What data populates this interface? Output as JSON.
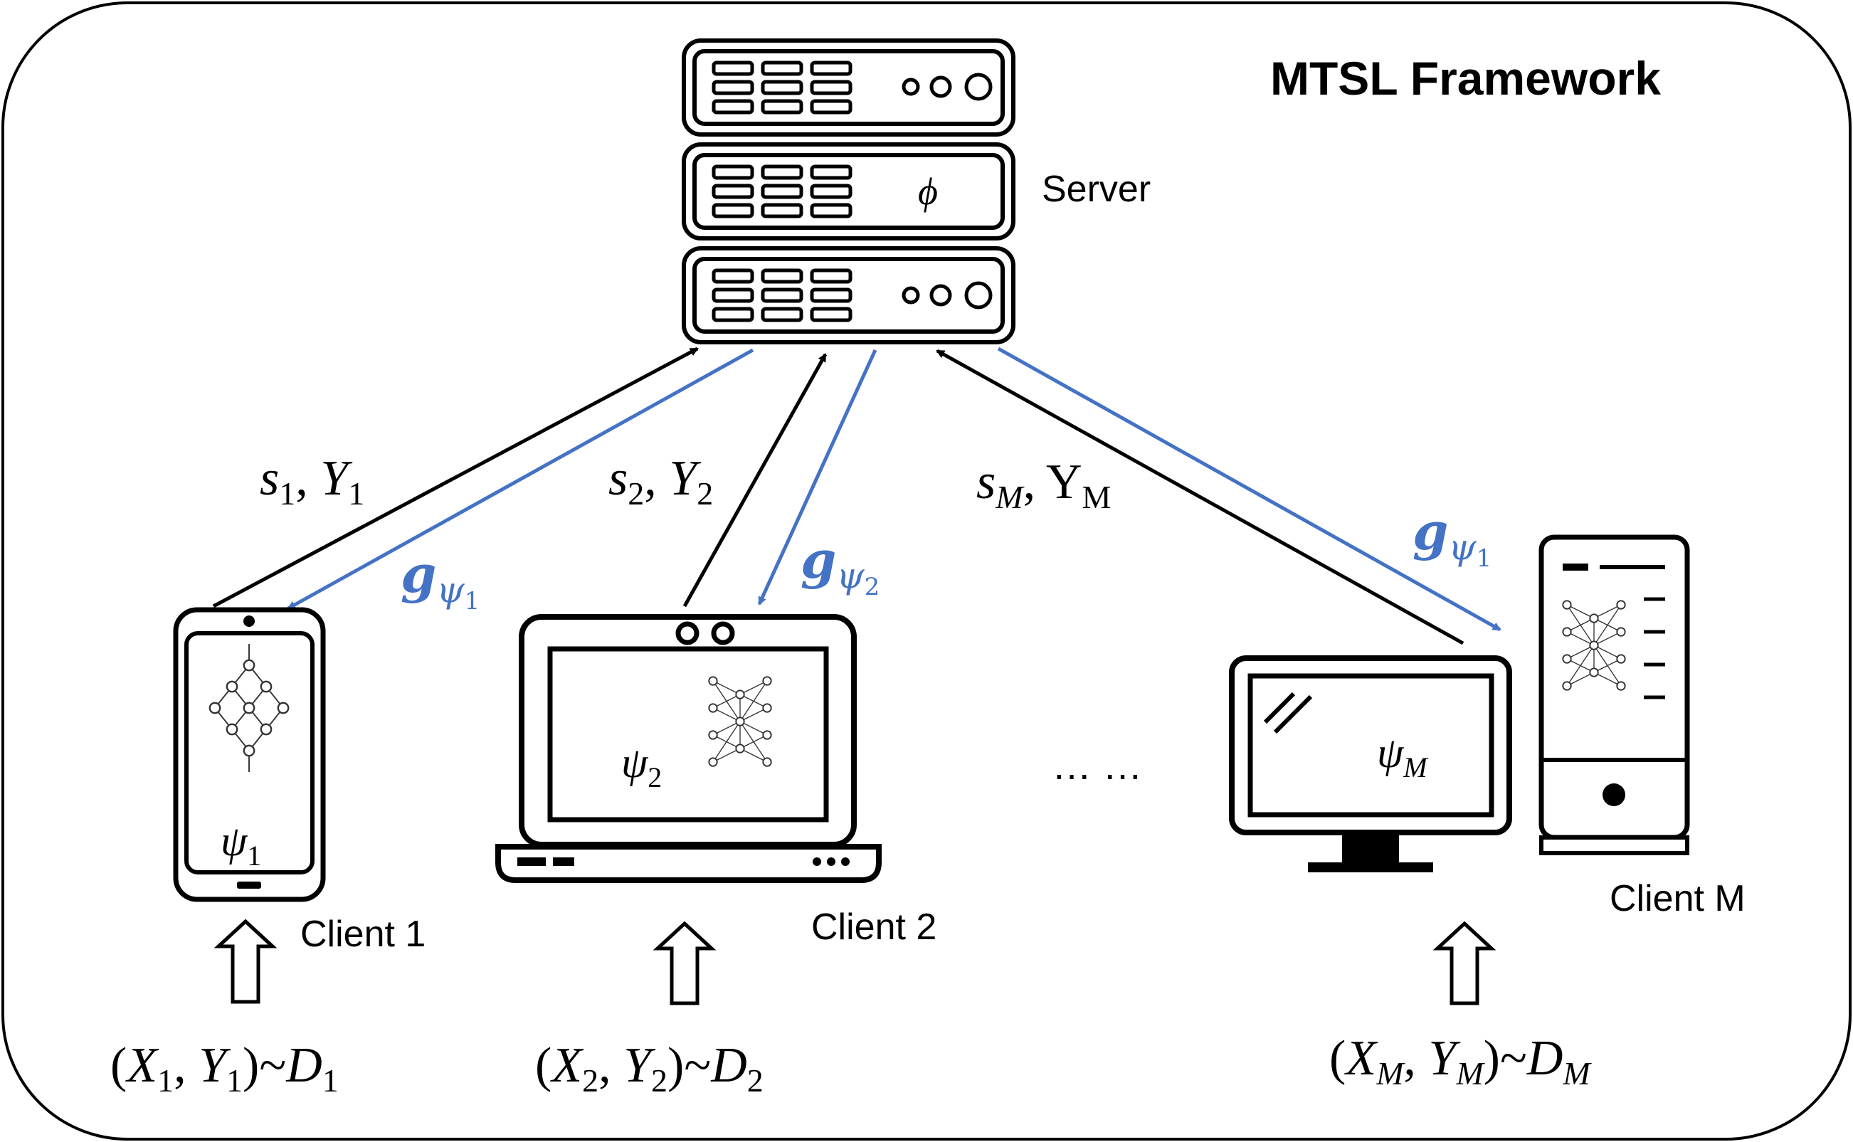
{
  "title": "MTSL Framework",
  "server": {
    "label": "Server",
    "model_symbol": "ϕ"
  },
  "clients": [
    {
      "label": "Client 1",
      "model": "ψ",
      "model_sub": "1",
      "upload": {
        "s": "s",
        "s_sub": "1",
        "y": "Y",
        "y_sub": "1"
      },
      "grad": {
        "g": "g",
        "sub": "ψ",
        "subsub": "1"
      },
      "data": {
        "x": "X",
        "x_sub": "1",
        "y": "Y",
        "y_sub": "1",
        "dist": "D",
        "dist_sub": "1"
      }
    },
    {
      "label": "Client 2",
      "model": "ψ",
      "model_sub": "2",
      "upload": {
        "s": "s",
        "s_sub": "2",
        "y": "Y",
        "y_sub": "2"
      },
      "grad": {
        "g": "g",
        "sub": "ψ",
        "subsub": "2"
      },
      "data": {
        "x": "X",
        "x_sub": "2",
        "y": "Y",
        "y_sub": "2",
        "dist": "D",
        "dist_sub": "2"
      }
    },
    {
      "label": "Client M",
      "model": "ψ",
      "model_sub": "M",
      "upload": {
        "s": "s",
        "s_sub": "M",
        "y": "Y",
        "y_sub": "M"
      },
      "grad": {
        "g": "g",
        "sub": "ψ",
        "subsub": "1"
      },
      "data": {
        "x": "X",
        "x_sub": "M",
        "y": "Y",
        "y_sub": "M",
        "dist": "D",
        "dist_sub": "M"
      }
    }
  ],
  "ellipsis": "… …",
  "colors": {
    "gradient_arrow": "#4472C4",
    "upload_arrow": "#000000",
    "outline": "#000000"
  }
}
